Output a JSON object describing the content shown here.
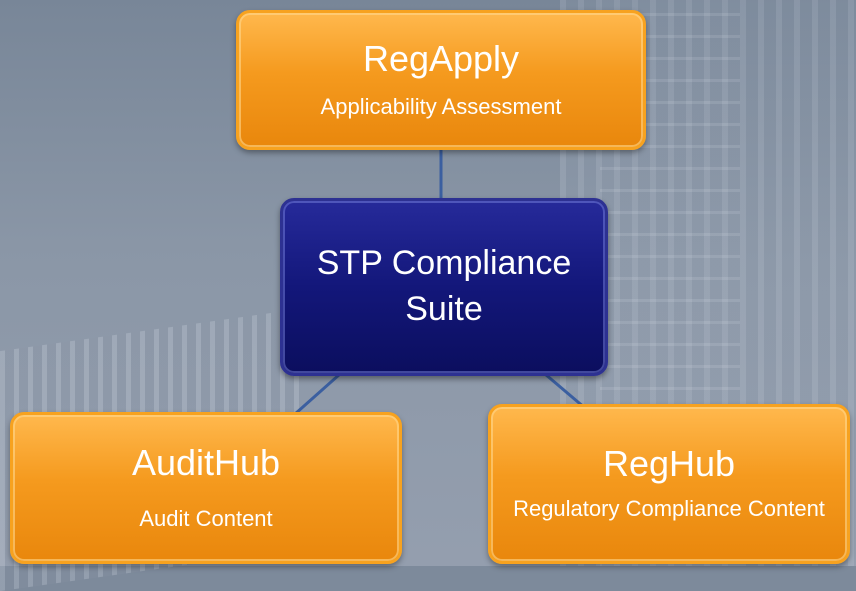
{
  "center": {
    "title": "STP Compliance Suite"
  },
  "nodes": {
    "regapply": {
      "title": "RegApply",
      "subtitle": "Applicability Assessment"
    },
    "audithub": {
      "title": "AuditHub",
      "subtitle": "Audit Content"
    },
    "reghub": {
      "title": "RegHub",
      "subtitle": "Regulatory Compliance Content"
    }
  },
  "colors": {
    "node_fill": "#f59a1e",
    "center_fill": "#13177a",
    "connector": "#3b5fa0"
  }
}
